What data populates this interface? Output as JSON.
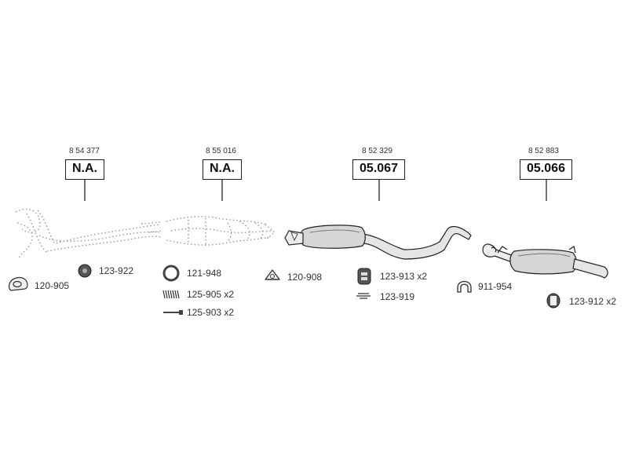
{
  "assemblies": [
    {
      "number": "8 54 377",
      "code": "N.A."
    },
    {
      "number": "8 55 016",
      "code": "N.A."
    },
    {
      "number": "8 52 329",
      "code": "05.067"
    },
    {
      "number": "8 52 883",
      "code": "05.066"
    }
  ],
  "parts": [
    {
      "label": "123-922",
      "icon": "ring-mount-icon"
    },
    {
      "label": "120-905",
      "icon": "flange-gasket-icon"
    },
    {
      "label": "121-948",
      "icon": "ring-gasket-icon"
    },
    {
      "label": "125-905 x2",
      "icon": "spring-icon"
    },
    {
      "label": "125-903 x2",
      "icon": "bolt-icon"
    },
    {
      "label": "120-908",
      "icon": "triangle-gasket-icon"
    },
    {
      "label": "123-913 x2",
      "icon": "rubber-mount-icon"
    },
    {
      "label": "123-919",
      "icon": "strap-clip-icon"
    },
    {
      "label": "911-954",
      "icon": "u-clamp-icon"
    },
    {
      "label": "123-912 x2",
      "icon": "hanger-ring-icon"
    }
  ]
}
